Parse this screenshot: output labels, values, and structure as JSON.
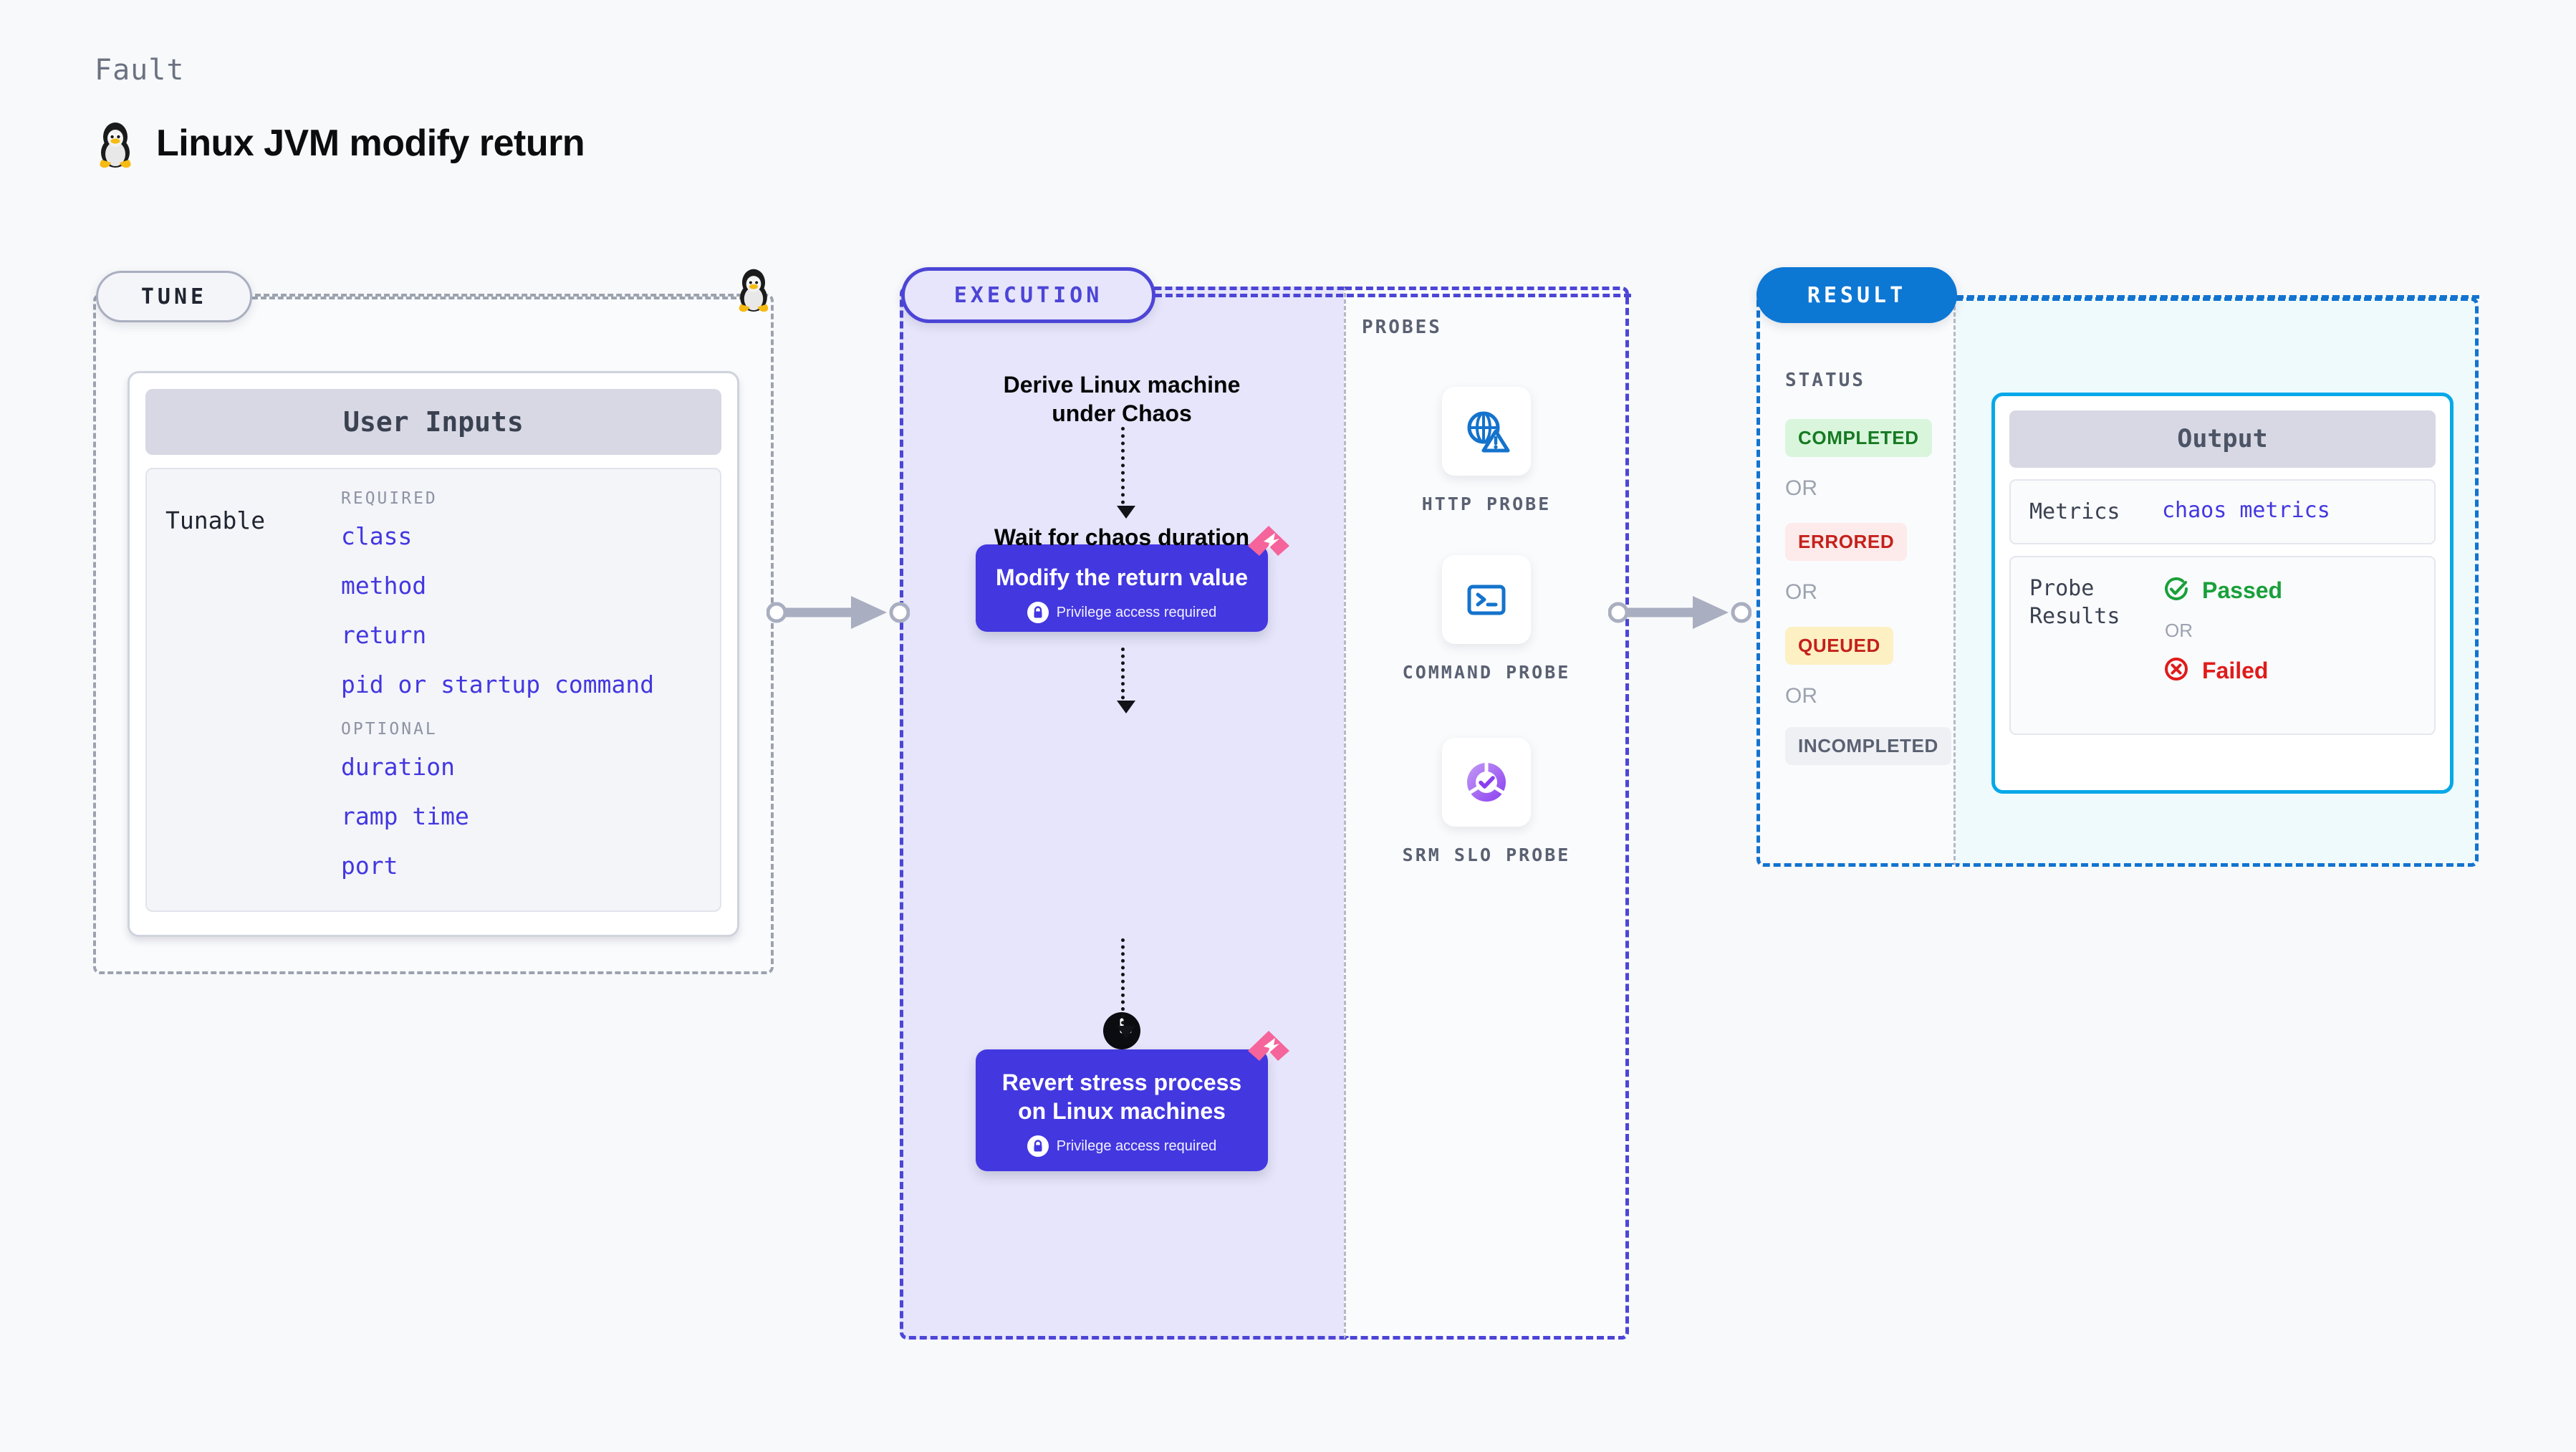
{
  "header": {
    "kicker": "Fault",
    "title": "Linux JVM modify return",
    "icon": "linux-tux-icon"
  },
  "stages": {
    "tune": {
      "label": "TUNE"
    },
    "execution": {
      "label": "EXECUTION"
    },
    "result": {
      "label": "RESULT"
    }
  },
  "tune": {
    "card_title": "User Inputs",
    "tunable_label": "Tunable",
    "required_title": "REQUIRED",
    "optional_title": "OPTIONAL",
    "required": [
      "class",
      "method",
      "return",
      "pid or startup command"
    ],
    "optional": [
      "duration",
      "ramp time",
      "port"
    ]
  },
  "execution": {
    "steps": [
      {
        "type": "text",
        "label": "Derive Linux machine under Chaos"
      },
      {
        "type": "card",
        "label": "Modify the return value",
        "note": "Privilege access required",
        "note_icon": "lock-icon",
        "corner_icon": "chaos-badge-icon"
      },
      {
        "type": "text",
        "label": "Wait for chaos duration",
        "icon": "clock-icon"
      },
      {
        "type": "card",
        "label": "Revert stress process on Linux machines",
        "note": "Privilege access required",
        "note_icon": "lock-icon",
        "corner_icon": "chaos-badge-icon"
      }
    ]
  },
  "probes": {
    "title": "PROBES",
    "items": [
      {
        "label": "HTTP PROBE",
        "icon": "globe-warning-icon"
      },
      {
        "label": "COMMAND PROBE",
        "icon": "terminal-icon"
      },
      {
        "label": "SRM SLO PROBE",
        "icon": "slo-donut-check-icon"
      }
    ]
  },
  "result": {
    "status_title": "STATUS",
    "or_label": "OR",
    "statuses": [
      {
        "label": "COMPLETED",
        "color": "#177a22",
        "bg": "#d9f6dd"
      },
      {
        "label": "ERRORED",
        "color": "#c4211c",
        "bg": "#fdeaea"
      },
      {
        "label": "QUEUED",
        "color": "#c4211c",
        "bg": "#fdf0c2"
      },
      {
        "label": "INCOMPLETED",
        "color": "#5a6172",
        "bg": "#eef0f4"
      }
    ],
    "output": {
      "title": "Output",
      "metrics_key": "Metrics",
      "metrics_value": "chaos metrics",
      "probe_key": "Probe Results",
      "passed": "Passed",
      "failed": "Failed",
      "or_label": "OR",
      "passed_icon": "check-circle-icon",
      "failed_icon": "x-circle-icon"
    }
  },
  "colors": {
    "page_bg": "#f8f9fb",
    "accent_purple": "#4337e0",
    "accent_blue": "#1273d0",
    "accent_cyan": "#07a8e8",
    "chaos_pink": "#f5649a",
    "gray_dash": "#9ca3af"
  }
}
